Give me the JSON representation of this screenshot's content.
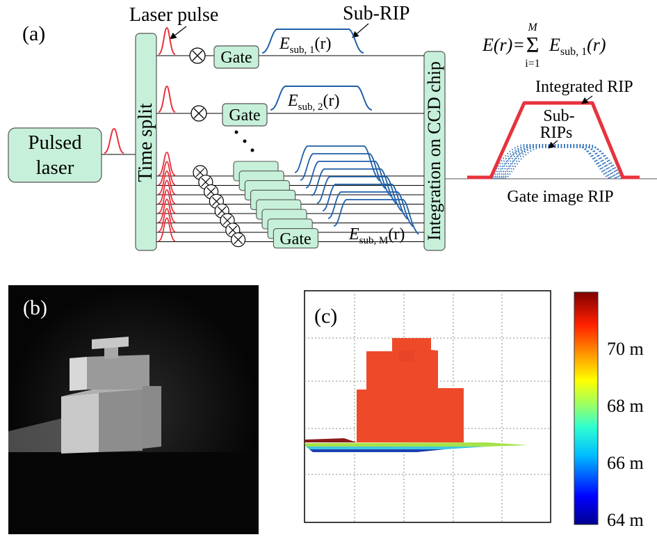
{
  "panel_a": {
    "label": "(a)",
    "pulsed_laser": [
      "Pulsed",
      "laser"
    ],
    "time_split": "Time split",
    "laser_pulse": "Laser pulse",
    "gate": "Gate",
    "sub_rip": "Sub-RIP",
    "sub1": {
      "E": "E",
      "sub": "sub, 1",
      "r": "(r)"
    },
    "sub2": {
      "E": "E",
      "sub": "sub, 2",
      "r": "(r)"
    },
    "subM": {
      "E": "E",
      "sub": "sub, M",
      "r": "(r)"
    },
    "integration": "Integration on CCD chip",
    "equation": {
      "lhs": "E(r)=",
      "sum_top": "M",
      "sum_sign": "Σ",
      "sum_bottom": "i=1",
      "E": "E",
      "sub": "sub, 1",
      "r": "(r)"
    },
    "integrated_rip": "Integrated RIP",
    "sub_rips": [
      "Sub-",
      "RIPs"
    ],
    "gate_image_rip": "Gate image RIP",
    "colors": {
      "gate_fill": "#c6f0d9",
      "pulse": "#e8323c",
      "rip_line": "#1f5fa8",
      "integrated": "#e8323c",
      "dots": "#2f6fb8"
    }
  },
  "panel_b": {
    "label": "(b)"
  },
  "panel_c": {
    "label": "(c)",
    "colorbar_ticks": [
      "70 m",
      "68 m",
      "66 m",
      "64 m"
    ],
    "colorbar_range": [
      64,
      72
    ],
    "colormap": "jet"
  }
}
